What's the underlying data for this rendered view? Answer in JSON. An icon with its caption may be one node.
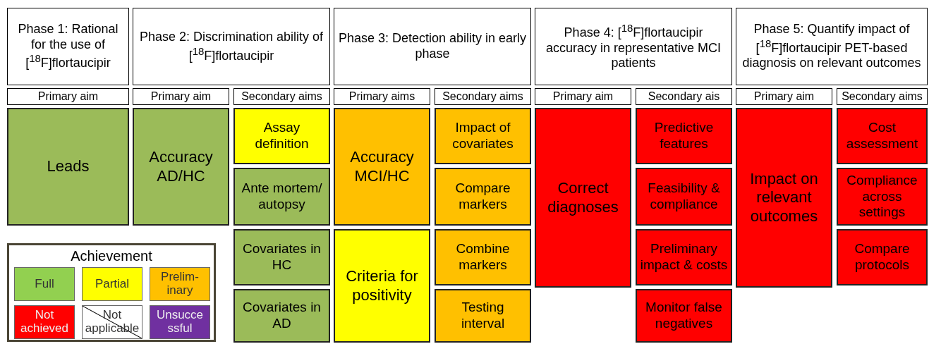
{
  "diagram": {
    "nodes": [
      {
        "text": [
          "Phase 1: Rational for the use of [$^{18}$F]flortaucipir"
        ]
      },
      {
        "text": [
          "Phase 2: Discrimination ability of [$^{18}$F]flortaucipir"
        ]
      },
      {
        "text": [
          "Phase 3: Detection ability in early phase"
        ]
      },
      {
        "text": [
          "Phase 4: [$^{18}$F]flortaucipir accuracy in representative MCI patients"
        ]
      },
      {
        "text": [
          "Phase 5: Quantify impact of [$^{18}$F]flortaucipir PET-based diagnosis on relevant outcomes"
        ]
      },
      {
        "text": [
          "Primary aim"
        ]
      },
      {
        "text": [
          "Primary aim"
        ]
      },
      {
        "text": [
          "Secondary aims"
        ]
      },
      {
        "text": [
          "Primary aims"
        ]
      },
      {
        "text": [
          "Secondary aims"
        ]
      },
      {
        "text": [
          "Primary aim"
        ]
      },
      {
        "text": [
          "Secondary ais"
        ]
      },
      {
        "text": [
          "Primary aim"
        ]
      },
      {
        "text": [
          "Secondary aims"
        ]
      },
      {
        "text": [
          "Leads"
        ]
      },
      {
        "text": [
          "Accuracy AD/HC"
        ]
      },
      {
        "text": [
          "Assay definition"
        ]
      },
      {
        "text": [
          "Ante mortem/ autopsy"
        ]
      },
      {
        "text": [
          "Covariates in HC"
        ]
      },
      {
        "text": [
          "Covariates in AD"
        ]
      },
      {
        "text": [
          "Accuracy MCI/HC"
        ]
      },
      {
        "text": [
          "Criteria for positivity"
        ]
      },
      {
        "text": [
          "Impact of covariates"
        ]
      },
      {
        "text": [
          "Compare markers"
        ]
      },
      {
        "text": [
          "Combine markers"
        ]
      },
      {
        "text": [
          "Testing interval"
        ]
      },
      {
        "text": [
          "Correct diagnoses"
        ]
      },
      {
        "text": [
          "Predictive features"
        ]
      },
      {
        "text": [
          "Feasibility & compliance"
        ]
      },
      {
        "text": [
          "Preliminary impact & costs"
        ]
      },
      {
        "text": [
          "Monitor false negatives"
        ]
      },
      {
        "text": [
          "Impact on relevant outcomes"
        ]
      },
      {
        "text": [
          "Cost assessment"
        ]
      },
      {
        "text": [
          "Compliance across settings"
        ]
      },
      {
        "text": [
          "Compare protocols"
        ]
      }
    ],
    "labels": [
      "Achievement"
    ],
    "legend": [
      {
        "text": "Full",
        "color": "#92d050"
      },
      {
        "text": "Partial",
        "color": "#ffff00"
      },
      {
        "text": "Prelim-inary",
        "color": "#ffc000"
      },
      {
        "text": "Not achieved",
        "color": "#ff0000"
      },
      {
        "text": "Not applicable",
        "color": "#ffffff"
      },
      {
        "text": "Unsucce ssful",
        "color": "#7030a0"
      }
    ]
  }
}
